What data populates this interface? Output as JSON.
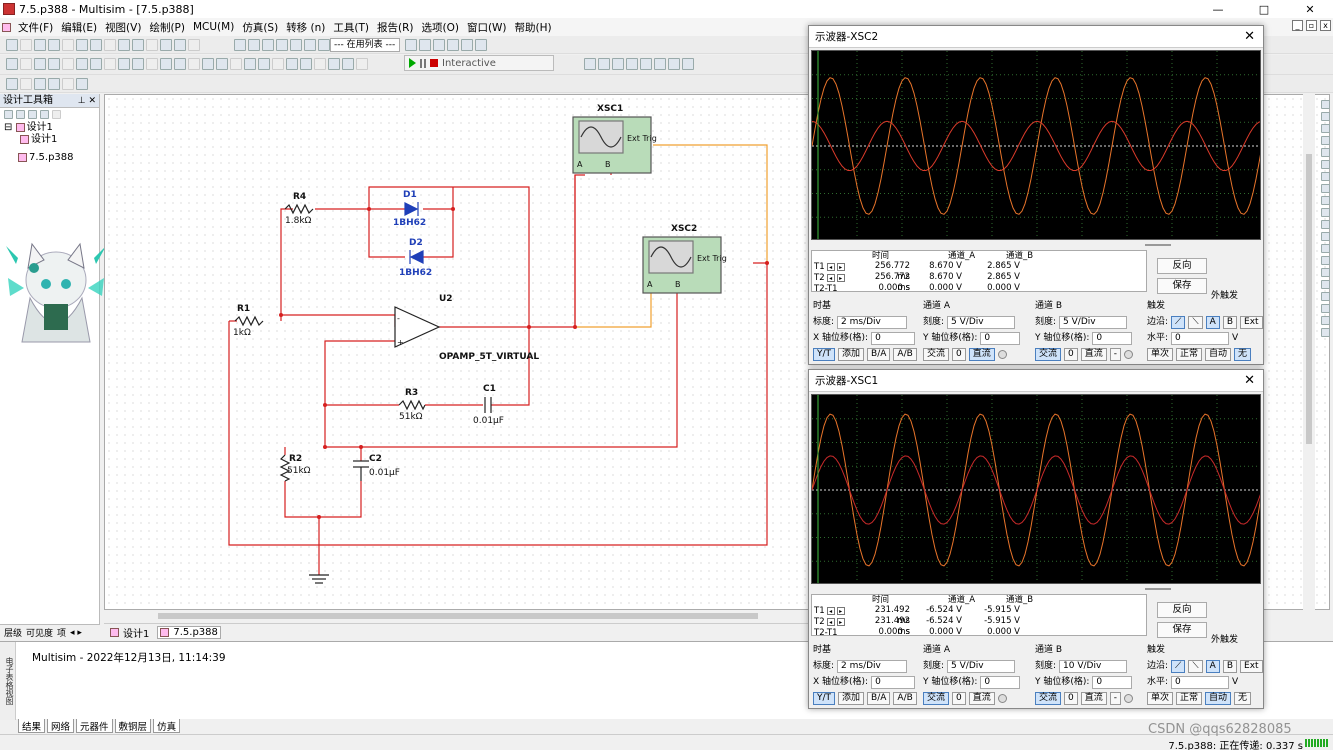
{
  "window": {
    "title": "7.5.p388 - Multisim - [7.5.p388]",
    "min": "—",
    "max": "□",
    "close": "✕"
  },
  "menu": [
    "文件(F)",
    "编辑(E)",
    "视图(V)",
    "绘制(P)",
    "MCU(M)",
    "仿真(S)",
    "转移 (n)",
    "工具(T)",
    "报告(R)",
    "选项(O)",
    "窗口(W)",
    "帮助(H)"
  ],
  "toolbar": {
    "inuse_list": "--- 在用列表 ---",
    "interactive": "Interactive"
  },
  "toolbox": {
    "title": "设计工具箱",
    "tree": [
      "设计1",
      "设计1",
      "7.5.p388"
    ],
    "tabs": [
      "层级",
      "可见度",
      "项"
    ]
  },
  "doc_tabs": [
    "设计1",
    "7.5.p388"
  ],
  "output": {
    "side_label": "电子表格视图",
    "message": "Multisim  -  2022年12月13日, 11:14:39"
  },
  "bottom_tabs": [
    "结果",
    "网络",
    "元器件",
    "敷铜层",
    "仿真"
  ],
  "status": {
    "text": "7.5.p388: 正在传递: 0.337 s"
  },
  "watermark": "CSDN @qqs62828085",
  "schematic": {
    "instruments": [
      {
        "ref": "XSC1",
        "trig": "Ext Trig",
        "ch_a": "A",
        "ch_b": "B"
      },
      {
        "ref": "XSC2",
        "trig": "Ext Trig",
        "ch_a": "A",
        "ch_b": "B"
      }
    ],
    "components": [
      {
        "ref": "R4",
        "value": "1.8kΩ"
      },
      {
        "ref": "D1",
        "value": "1BH62"
      },
      {
        "ref": "D2",
        "value": "1BH62"
      },
      {
        "ref": "R1",
        "value": "1kΩ"
      },
      {
        "ref": "U2",
        "value": "OPAMP_5T_VIRTUAL"
      },
      {
        "ref": "R3",
        "value": "51kΩ"
      },
      {
        "ref": "C1",
        "value": "0.01μF"
      },
      {
        "ref": "R2",
        "value": "51kΩ"
      },
      {
        "ref": "C2",
        "value": "0.01μF"
      }
    ]
  },
  "scopes": [
    {
      "title": "示波器-XSC2",
      "headers": {
        "time": "时间",
        "ch_a": "通道_A",
        "ch_b": "通道_B"
      },
      "rows": [
        {
          "label": "T1",
          "time": "256.772 ms",
          "a": "8.670 V",
          "b": "2.865 V"
        },
        {
          "label": "T2",
          "time": "256.772 ms",
          "a": "8.670 V",
          "b": "2.865 V"
        },
        {
          "label": "T2-T1",
          "time": "0.000 s",
          "a": "0.000 V",
          "b": "0.000 V"
        }
      ],
      "buttons": {
        "reverse": "反向",
        "save": "保存",
        "ext_trigger": "外触发"
      },
      "timebase": {
        "title": "时基",
        "scale_label": "标度:",
        "scale": "2 ms/Div",
        "xpos_label": "X 轴位移(格):",
        "xpos": "0",
        "modes": [
          "Y/T",
          "添加",
          "B/A",
          "A/B"
        ]
      },
      "ch_a": {
        "title": "通道 A",
        "scale_label": "刻度:",
        "scale": "5  V/Div",
        "ypos_label": "Y 轴位移(格):",
        "ypos": "0",
        "coupling": [
          "交流",
          "0",
          "直流"
        ]
      },
      "ch_b": {
        "title": "通道 B",
        "scale_label": "刻度:",
        "scale": "5  V/Div",
        "ypos_label": "Y 轴位移(格):",
        "ypos": "0",
        "coupling": [
          "交流",
          "0",
          "直流",
          "-"
        ]
      },
      "trigger": {
        "title": "触发",
        "edge_label": "边沿:",
        "level_label": "水平:",
        "level": "0",
        "unit": "V",
        "sources": [
          "A",
          "B",
          "Ext"
        ],
        "modes": [
          "单次",
          "正常",
          "自动",
          "无"
        ]
      },
      "waves": {
        "periods": 6,
        "amp_a": 0.72,
        "amp_b": 0.26,
        "phase_b": 0.5,
        "color_a": "#e8742a",
        "color_b": "#d83a2a"
      }
    },
    {
      "title": "示波器-XSC1",
      "headers": {
        "time": "时间",
        "ch_a": "通道_A",
        "ch_b": "通道_B"
      },
      "rows": [
        {
          "label": "T1",
          "time": "231.492 ms",
          "a": "-6.524 V",
          "b": "-5.915 V"
        },
        {
          "label": "T2",
          "time": "231.492 ms",
          "a": "-6.524 V",
          "b": "-5.915 V"
        },
        {
          "label": "T2-T1",
          "time": "0.000 s",
          "a": "0.000 V",
          "b": "0.000 V"
        }
      ],
      "buttons": {
        "reverse": "反向",
        "save": "保存",
        "ext_trigger": "外触发"
      },
      "timebase": {
        "title": "时基",
        "scale_label": "标度:",
        "scale": "2 ms/Div",
        "xpos_label": "X 轴位移(格):",
        "xpos": "0",
        "modes": [
          "Y/T",
          "添加",
          "B/A",
          "A/B"
        ]
      },
      "ch_a": {
        "title": "通道 A",
        "scale_label": "刻度:",
        "scale": "5  V/Div",
        "ypos_label": "Y 轴位移(格):",
        "ypos": "0",
        "coupling": [
          "交流",
          "0",
          "直流"
        ]
      },
      "ch_b": {
        "title": "通道 B",
        "scale_label": "刻度:",
        "scale": "10  V/Div",
        "ypos_label": "Y 轴位移(格):",
        "ypos": "0",
        "coupling": [
          "交流",
          "0",
          "直流",
          "-"
        ]
      },
      "trigger": {
        "title": "触发",
        "edge_label": "边沿:",
        "level_label": "水平:",
        "level": "0",
        "unit": "V",
        "sources": [
          "A",
          "B",
          "Ext"
        ],
        "modes": [
          "单次",
          "正常",
          "自动",
          "无"
        ]
      },
      "waves": {
        "periods": 6,
        "amp_a": 0.8,
        "amp_b": 0.36,
        "phase_b": 0.0,
        "color_a": "#e8742a",
        "color_b": "#c82a2a"
      }
    }
  ],
  "colors": {
    "wire_red": "#d62020",
    "wire_orange": "#f0a030",
    "label_blue": "#1f3fb8",
    "instrument_fill": "#b9dcb9",
    "screen_bg": "#000000",
    "grid": "#2e6b2e"
  }
}
